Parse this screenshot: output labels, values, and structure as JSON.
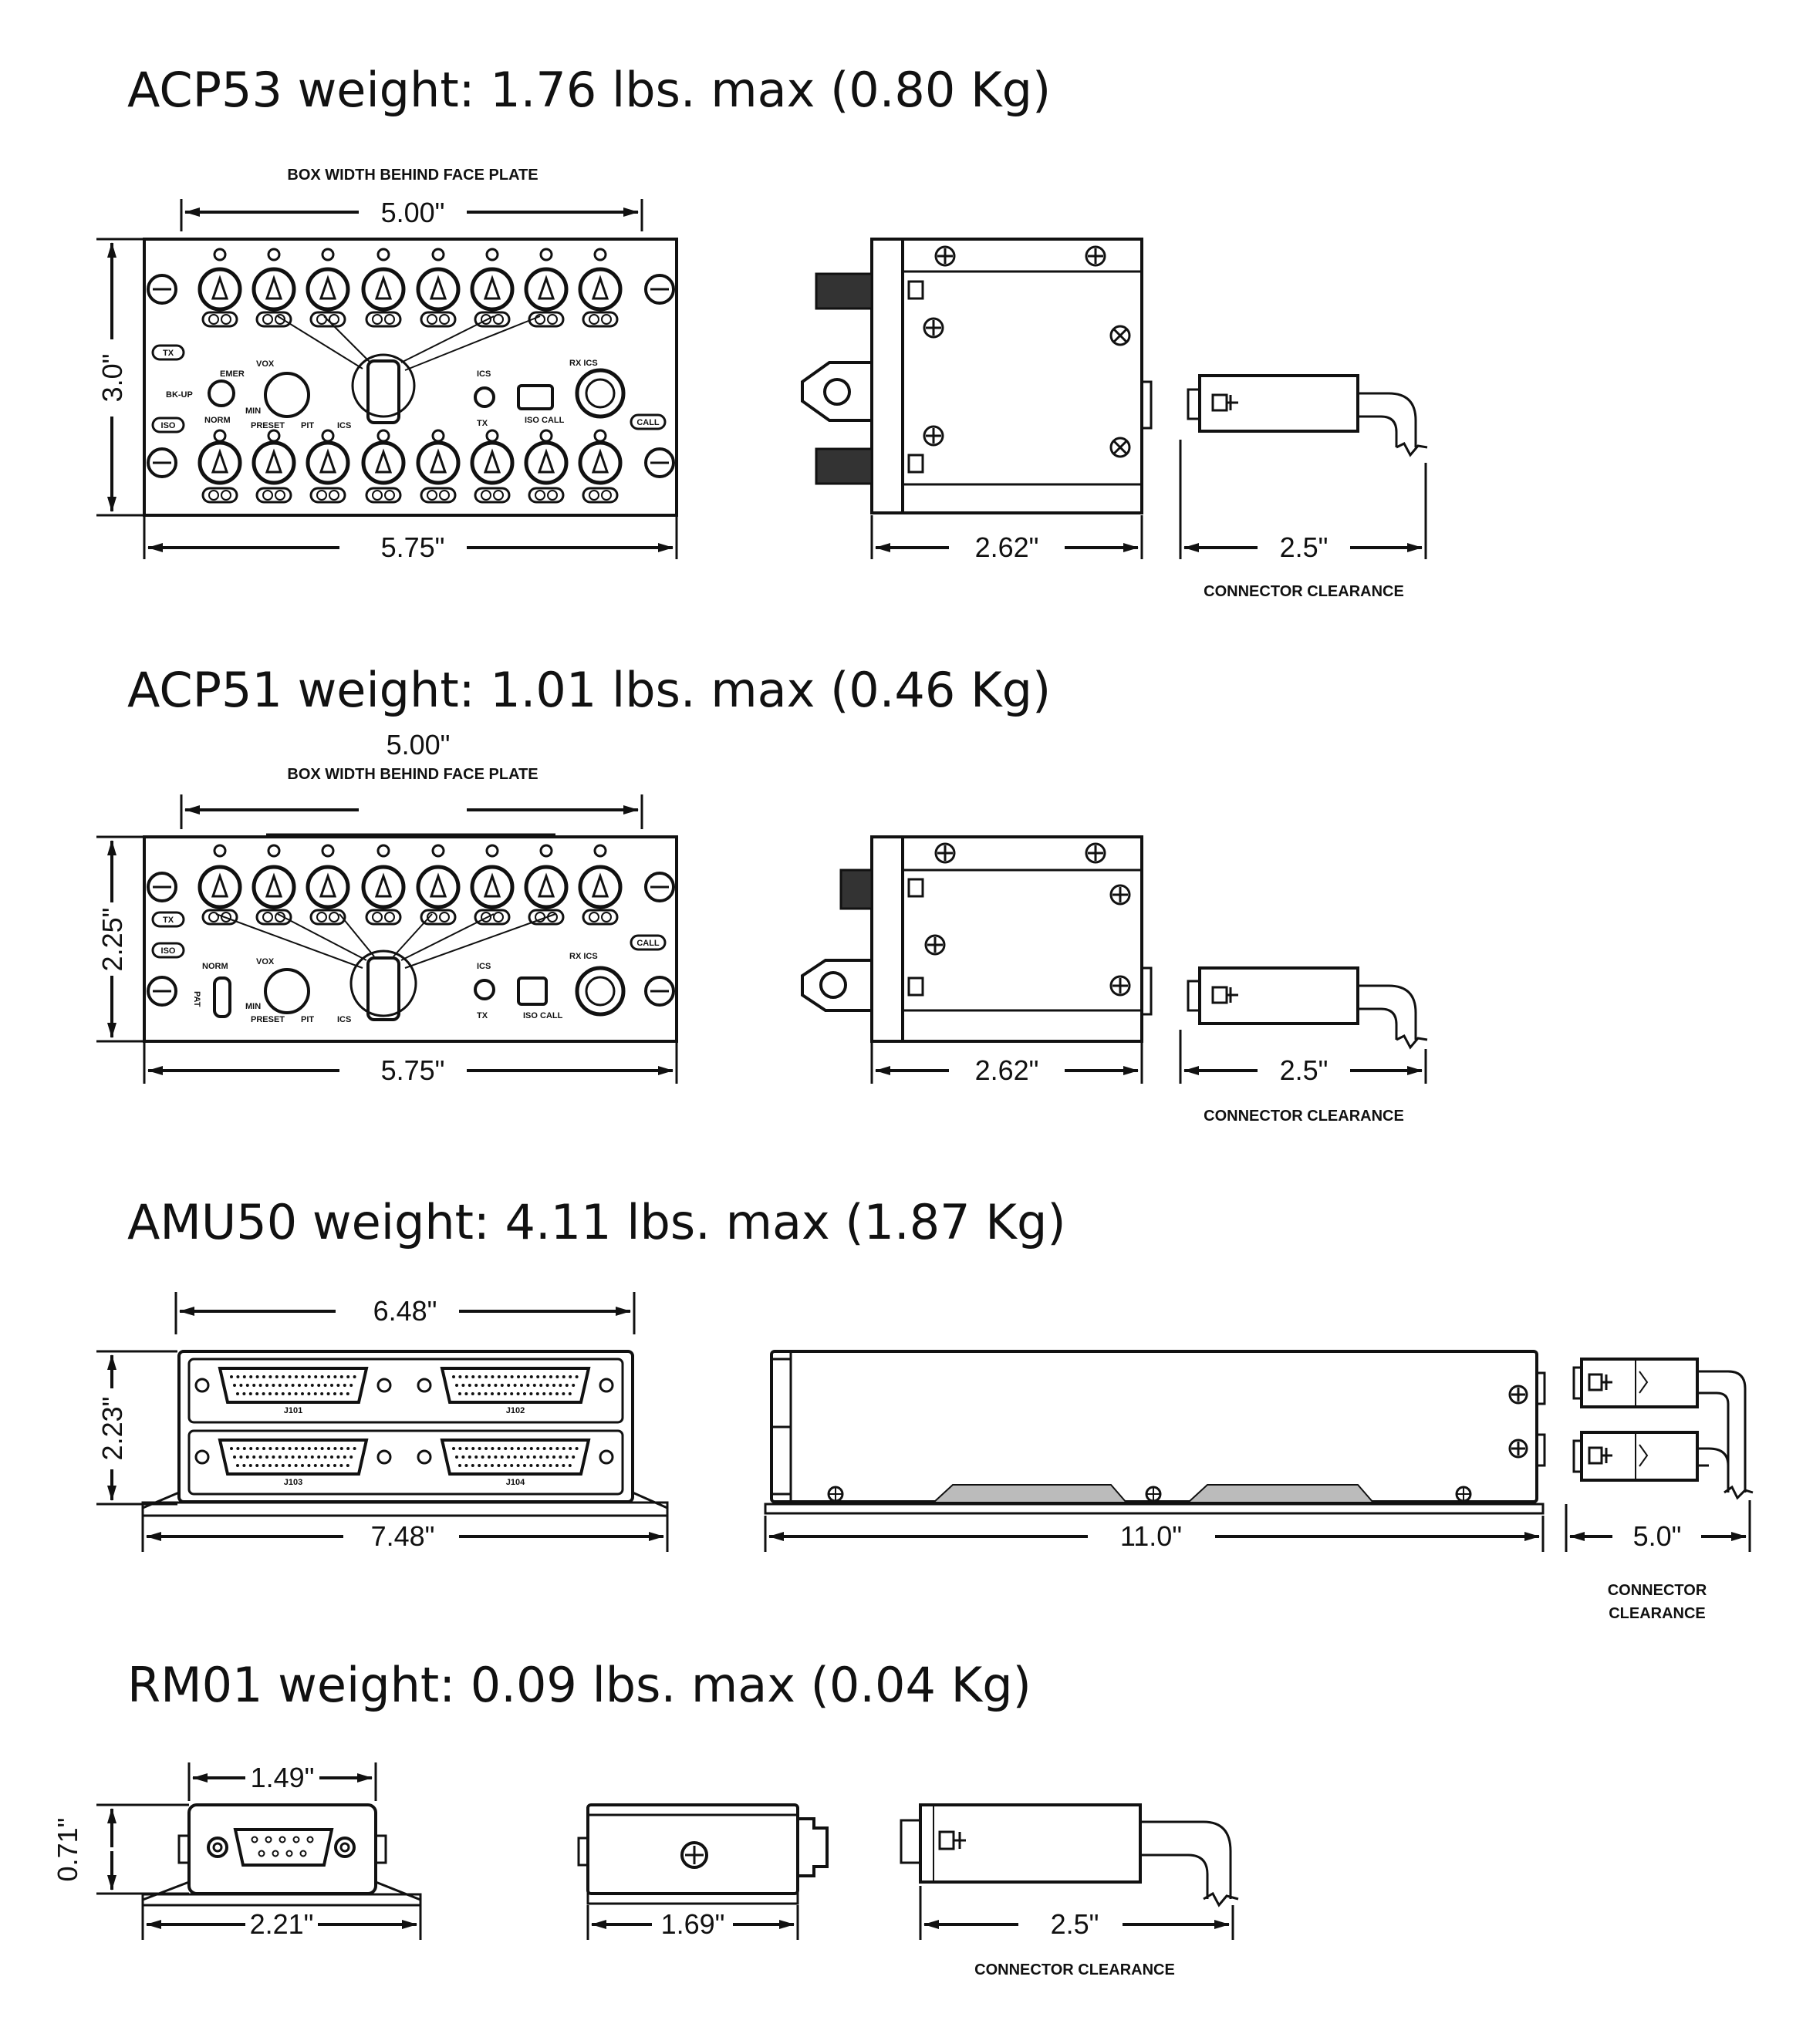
{
  "sections": [
    {
      "title": "ACP53 weight: 1.76 lbs. max (0.80 Kg)",
      "box_width_label": "BOX WIDTH BEHIND FACE PLATE",
      "width_behind": "5.00\"",
      "height": "3.0\"",
      "face_width": "5.75\"",
      "depth": "2.62\"",
      "connector_length": "2.5\"",
      "connector_label": "CONNECTOR CLEARANCE",
      "panel_labels": {
        "tx": "TX",
        "iso": "ISO",
        "emer": "EMER",
        "bkup": "BK-UP",
        "norm": "NORM",
        "vox": "VOX",
        "min": "MIN",
        "preset": "PRESET",
        "pit": "PIT",
        "ics": "ICS",
        "ics2": "ICS",
        "tx2": "TX",
        "iso_call": "ISO CALL",
        "rx_ics": "RX ICS",
        "call": "CALL"
      }
    },
    {
      "title": "ACP51 weight: 1.01 lbs. max (0.46 Kg)",
      "box_width_label": "BOX WIDTH BEHIND FACE PLATE",
      "width_behind": "5.00\"",
      "height": "2.25\"",
      "face_width": "5.75\"",
      "depth": "2.62\"",
      "connector_length": "2.5\"",
      "connector_label": "CONNECTOR CLEARANCE",
      "panel_labels": {
        "tx": "TX",
        "iso": "ISO",
        "norm": "NORM",
        "pat": "PAT",
        "vox": "VOX",
        "min": "MIN",
        "preset": "PRESET",
        "pit": "PIT",
        "ics": "ICS",
        "ics2": "ICS",
        "tx2": "TX",
        "iso_call": "ISO CALL",
        "rx_ics": "RX ICS",
        "call": "CALL"
      }
    },
    {
      "title": "AMU50 weight: 4.11 lbs. max (1.87 Kg)",
      "top_width": "6.48\"",
      "height": "2.23\"",
      "base_width": "7.48\"",
      "length": "11.0\"",
      "connector_length": "5.0\"",
      "connector_label_1": "CONNECTOR",
      "connector_label_2": "CLEARANCE",
      "jack_labels": [
        "J101",
        "J102",
        "J103",
        "J104"
      ]
    },
    {
      "title": "RM01 weight: 0.09 lbs. max (0.04 Kg)",
      "width": "1.49\"",
      "height": "0.71\"",
      "base_width": "2.21\"",
      "depth": "1.69\"",
      "connector_length": "2.5\"",
      "connector_label": "CONNECTOR CLEARANCE"
    }
  ]
}
